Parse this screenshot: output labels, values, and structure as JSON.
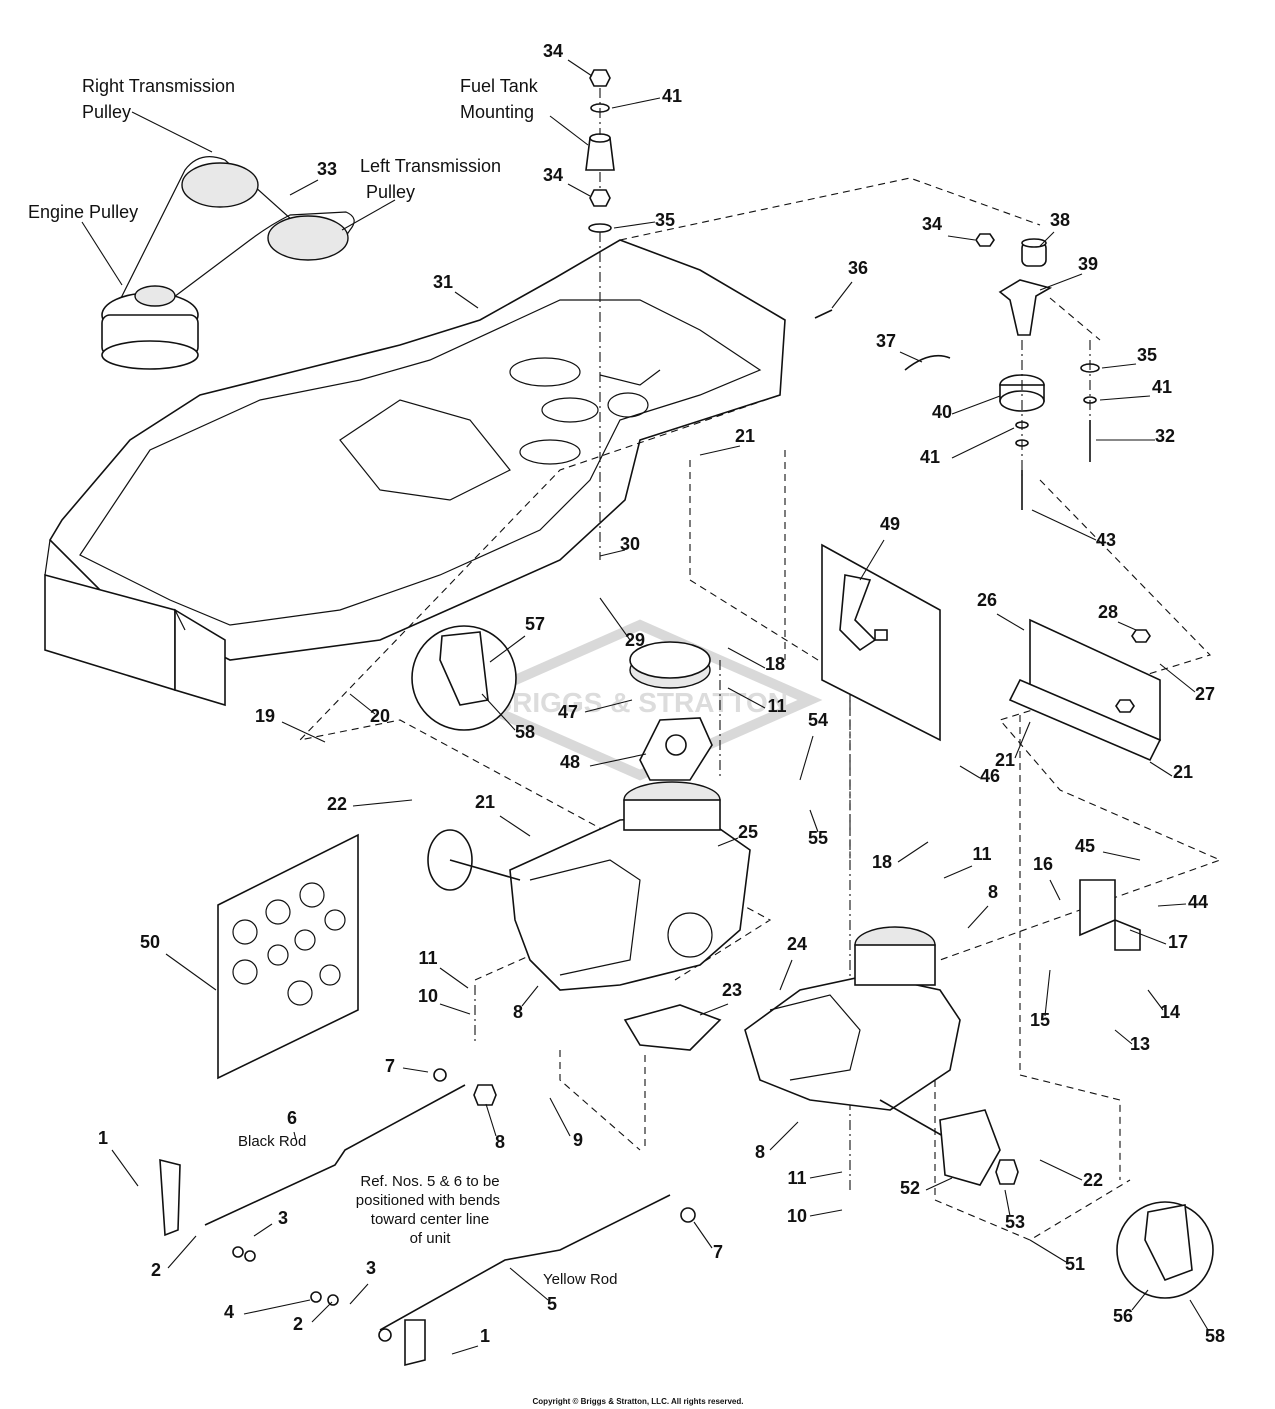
{
  "labels": {
    "right_transmission_pulley": "Right Transmission\nPulley",
    "left_transmission_pulley": "Left Transmission\nPulley",
    "engine_pulley": "Engine Pulley",
    "fuel_tank_mounting": "Fuel Tank\nMounting",
    "black_rod": "Black Rod",
    "yellow_rod": "Yellow Rod",
    "note": "Ref. Nos. 5 & 6 to be\npositioned with bends\ntoward center line\nof unit",
    "watermark": "BRIGGS & STRATTON",
    "copyright": "Copyright © Briggs & Stratton, LLC. All rights reserved."
  },
  "callouts": {
    "c1a": "1",
    "c1b": "1",
    "c2a": "2",
    "c2b": "2",
    "c3a": "3",
    "c3b": "3",
    "c4": "4",
    "c5": "5",
    "c6": "6",
    "c7a": "7",
    "c7b": "7",
    "c8a": "8",
    "c8b": "8",
    "c8c": "8",
    "c8d": "8",
    "c9": "9",
    "c10a": "10",
    "c10b": "10",
    "c11a": "11",
    "c11b": "11",
    "c11c": "11",
    "c11d": "11",
    "c13": "13",
    "c14": "14",
    "c15": "15",
    "c16": "16",
    "c17": "17",
    "c18a": "18",
    "c18b": "18",
    "c19": "19",
    "c20": "20",
    "c21a": "21",
    "c21b": "21",
    "c21c": "21",
    "c21d": "21",
    "c22a": "22",
    "c22b": "22",
    "c23": "23",
    "c24": "24",
    "c25": "25",
    "c26": "26",
    "c27": "27",
    "c28": "28",
    "c29": "29",
    "c30": "30",
    "c31": "31",
    "c32": "32",
    "c33": "33",
    "c34a": "34",
    "c34b": "34",
    "c34c": "34",
    "c35a": "35",
    "c35b": "35",
    "c36": "36",
    "c37": "37",
    "c38": "38",
    "c39": "39",
    "c40": "40",
    "c41a": "41",
    "c41b": "41",
    "c41c": "41",
    "c43": "43",
    "c44": "44",
    "c45": "45",
    "c46": "46",
    "c47": "47",
    "c48": "48",
    "c49": "49",
    "c50": "50",
    "c51": "51",
    "c52": "52",
    "c53": "53",
    "c54": "54",
    "c55": "55",
    "c56": "56",
    "c57": "57",
    "c58a": "58",
    "c58b": "58"
  }
}
